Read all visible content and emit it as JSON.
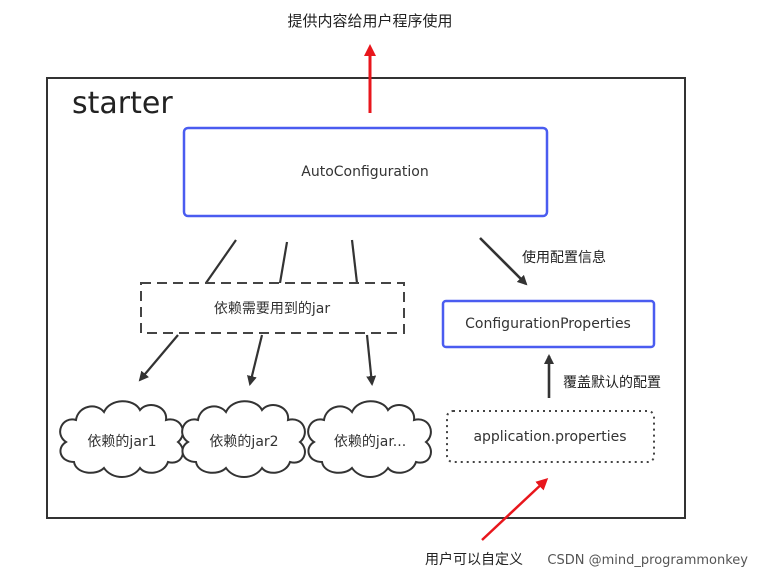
{
  "top_label": "提供内容给用户程序使用",
  "container_title": "starter",
  "auto_configuration": "AutoConfiguration",
  "use_config_label": "使用配置信息",
  "config_properties": "ConfigurationProperties",
  "override_label": "覆盖默认的配置",
  "app_properties": "application.properties",
  "deps_label": "依赖需要用到的jar",
  "jars": [
    "依赖的jar1",
    "依赖的jar2",
    "依赖的jar..."
  ],
  "user_defined_label": "用户可以自定义",
  "watermark": "CSDN @mind_programmonkey",
  "colors": {
    "blue": "#4a5cf0",
    "red": "#e8161c",
    "dark": "#333333"
  }
}
